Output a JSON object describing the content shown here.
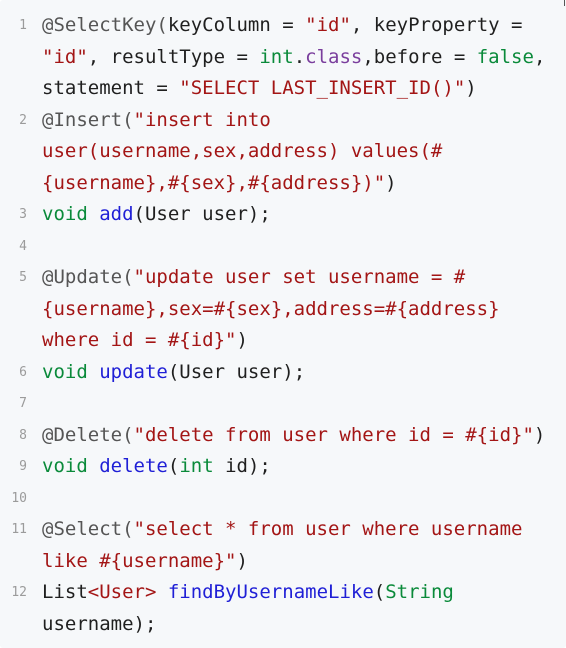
{
  "code": {
    "line_numbers": [
      "1",
      "2",
      "3",
      "4",
      "5",
      "6",
      "7",
      "8",
      "9",
      "10",
      "11",
      "12"
    ],
    "l1a": "@SelectKey(",
    "l1b": "keyColumn = ",
    "l1c": "\"id\"",
    "l1d": ", keyProperty =",
    "l1e": "\"id\"",
    "l1f": ", resultType = ",
    "l1g": "int",
    "l1h": ".",
    "l1i": "class",
    "l1j": ",before = ",
    "l1k": "false",
    "l1l": ",",
    "l1m": "statement = ",
    "l1n": "\"SELECT LAST_INSERT_ID()\"",
    "l1o": ")",
    "l2a": "@Insert(",
    "l2b": "\"insert into",
    "l2c": "user(username,sex,address) values(#",
    "l2d": "{username},#{sex},#{address})\"",
    "l2e": ")",
    "l3a": "void",
    "l3b": " ",
    "l3c": "add",
    "l3d": "(User user);",
    "l5a": "@Update(",
    "l5b": "\"update user set username = #",
    "l5c": "{username},sex=#{sex},address=#{address}",
    "l5d": "where id = #{id}\"",
    "l5e": ")",
    "l6a": "void",
    "l6b": " ",
    "l6c": "update",
    "l6d": "(User user);",
    "l8a": "@Delete(",
    "l8b": "\"delete from user where id = #{id}\"",
    "l8c": ")",
    "l9a": "void",
    "l9b": " ",
    "l9c": "delete",
    "l9d": "(",
    "l9e": "int",
    "l9f": " id);",
    "l11a": "@Select(",
    "l11b": "\"select * from user where username",
    "l11c": "like #{username}\"",
    "l11d": ")",
    "l12a": "List",
    "l12b": "<User>",
    "l12c": " ",
    "l12d": "findByUsernameLike",
    "l12e": "(",
    "l12f": "String",
    "l12g": "username);"
  }
}
